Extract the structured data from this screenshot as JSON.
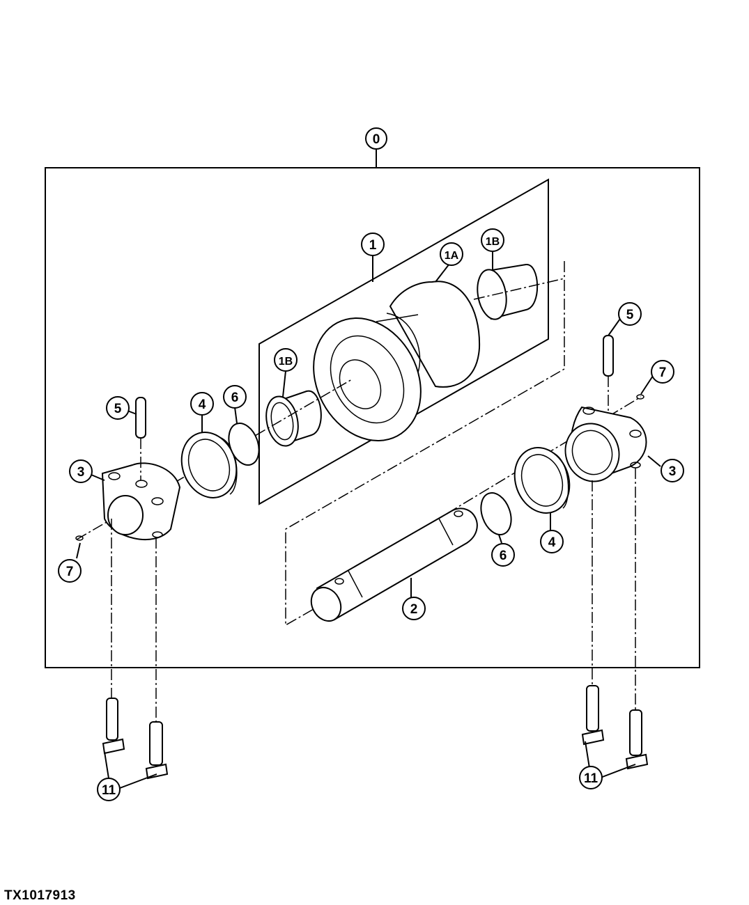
{
  "figure_id": "TX1017913",
  "callouts": [
    {
      "key": "c0",
      "label": "0"
    },
    {
      "key": "c1",
      "label": "1"
    },
    {
      "key": "c1a",
      "label": "1A"
    },
    {
      "key": "c1b_top",
      "label": "1B"
    },
    {
      "key": "c1b_left",
      "label": "1B"
    },
    {
      "key": "c2",
      "label": "2"
    },
    {
      "key": "c3_left",
      "label": "3"
    },
    {
      "key": "c3_right",
      "label": "3"
    },
    {
      "key": "c4_left",
      "label": "4"
    },
    {
      "key": "c4_right",
      "label": "4"
    },
    {
      "key": "c5_left",
      "label": "5"
    },
    {
      "key": "c5_right",
      "label": "5"
    },
    {
      "key": "c6_left",
      "label": "6"
    },
    {
      "key": "c6_right",
      "label": "6"
    },
    {
      "key": "c7_left",
      "label": "7"
    },
    {
      "key": "c7_right",
      "label": "7"
    },
    {
      "key": "c11_left",
      "label": "11"
    },
    {
      "key": "c11_right",
      "label": "11"
    }
  ]
}
